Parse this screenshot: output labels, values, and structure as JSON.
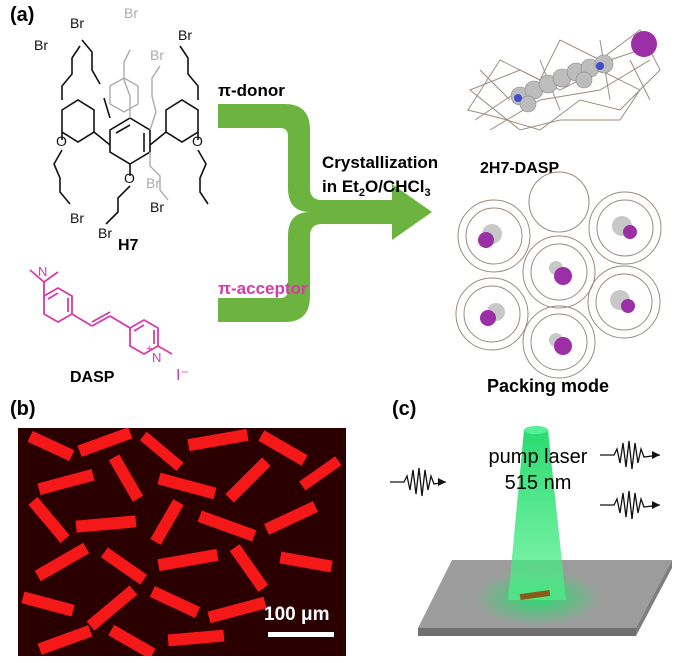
{
  "panels": {
    "a": {
      "label": "(a)",
      "host_name": "H7",
      "guest_name": "DASP",
      "guest_counterion": "I⁻",
      "guest_charge": "+",
      "host_br_label": "Br",
      "host_o_label": "O",
      "guest_n_label": "N",
      "arrow_top_label": "π-donor",
      "arrow_bottom_label": "π-acceptor",
      "process_line1": "Crystallization",
      "process_line2_prefix": "in Et",
      "process_line2_sub1": "2",
      "process_line2_mid": "O/CHCl",
      "process_line2_sub2": "3",
      "complex_label": "2H7-DASP",
      "packing_label": "Packing mode"
    },
    "b": {
      "label": "(b)",
      "scale_bar": "100 μm"
    },
    "c": {
      "label": "(c)",
      "laser_line1": "pump laser",
      "laser_line2": "515 nm"
    }
  },
  "colors": {
    "arrow_green": "#6db33f",
    "dasp_magenta": "#d63aa8",
    "host_grey": "#9a9a9a",
    "laser_green": "#22e06a",
    "micrograph_red": "#ff1a1a",
    "micrograph_bg": "#2a0000",
    "iodide_purple": "#9b2fa6"
  }
}
